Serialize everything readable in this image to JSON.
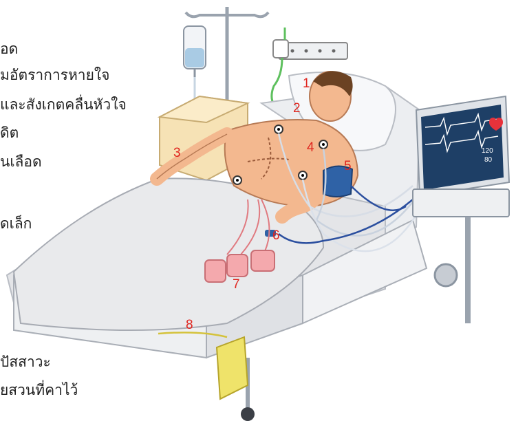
{
  "legend_lines": [
    "อด",
    "มอัตราการหายใจ",
    "และสังเกตคลื่นหัวใจ",
    "ดิต",
    "นเลือด",
    "ดเล็ก",
    "ปัสสาวะ",
    "ยสวนที่คาไว้"
  ],
  "callouts": [
    "1",
    "2",
    "3",
    "4",
    "5",
    "6",
    "7",
    "8"
  ],
  "monitor": {
    "value_top": "120",
    "value_bottom": "80",
    "heart_icon": "heart-icon"
  },
  "colors": {
    "callout": "#e0261f",
    "skin": "#f3b88f",
    "monitor_screen": "#1e3f66",
    "monitor_wave": "#ffffff",
    "heart": "#e8323b",
    "bp_cuff": "#2f62a6",
    "oxygen_tube": "#5ec05e",
    "blood_pressure_line": "#2b4f9f",
    "drain_bags": "#f4a9ad",
    "urine_bag": "#efe36a",
    "iv_bag_fluid": "#a9cbe4",
    "bed_frame": "#e4e5e8"
  }
}
